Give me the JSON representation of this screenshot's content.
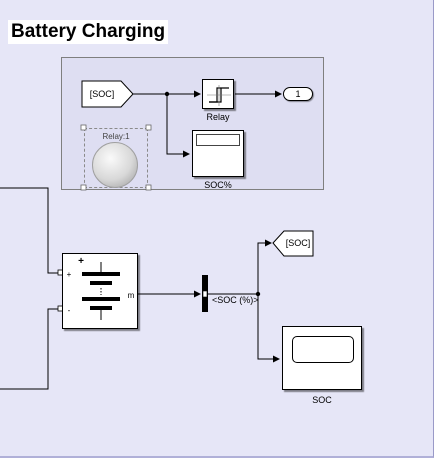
{
  "title": "Battery Charging",
  "blocks": {
    "from_soc": {
      "tag": "[SOC]"
    },
    "relay": {
      "label": "Relay"
    },
    "outport": {
      "number": "1"
    },
    "lamp": {
      "label": "Relay:1"
    },
    "display_soc_pct": {
      "label": "SOC%"
    },
    "battery": {
      "plus": "+",
      "minus": "-",
      "m_port": "m"
    },
    "bus_selector": {
      "signal": "<SOC (%)>"
    },
    "goto_soc": {
      "tag": "[SOC]"
    },
    "scope_soc": {
      "label": "SOC"
    }
  }
}
